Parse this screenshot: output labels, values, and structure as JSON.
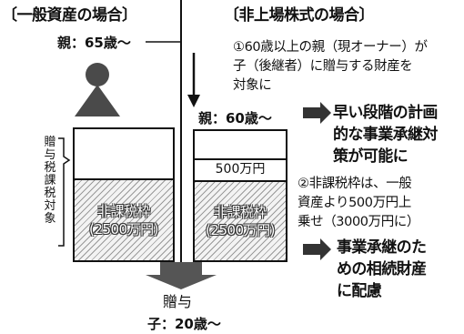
{
  "headers": {
    "left": "〔一般資産の場合〕",
    "right": "〔非上場株式の場合〕"
  },
  "left": {
    "parent_age": "親：65歳〜",
    "vertical_label": "贈与税課税対象",
    "allowance": [
      "非課税枠",
      "(2500万円)"
    ]
  },
  "right": {
    "parent_age": "親：60歳〜",
    "extra_amount": "500万円",
    "allowance": [
      "非課税枠",
      "(2500万円)"
    ]
  },
  "notes": {
    "note1": [
      "①60歳以上の親（現オーナー）が",
      "子（後継者）に贈与する財産を",
      "対象に"
    ],
    "result1": [
      "早い段階の計画",
      "的な事業承継対",
      "策が可能に"
    ],
    "note2": [
      "②非課税枠は、一般",
      "資産より500万円上",
      "乗せ（3000万円に）"
    ],
    "result2": [
      "事業承継のた",
      "めの相続財産",
      "に配慮"
    ]
  },
  "bottom": {
    "gift_label": "贈与",
    "child_age": "子：20歳〜"
  }
}
